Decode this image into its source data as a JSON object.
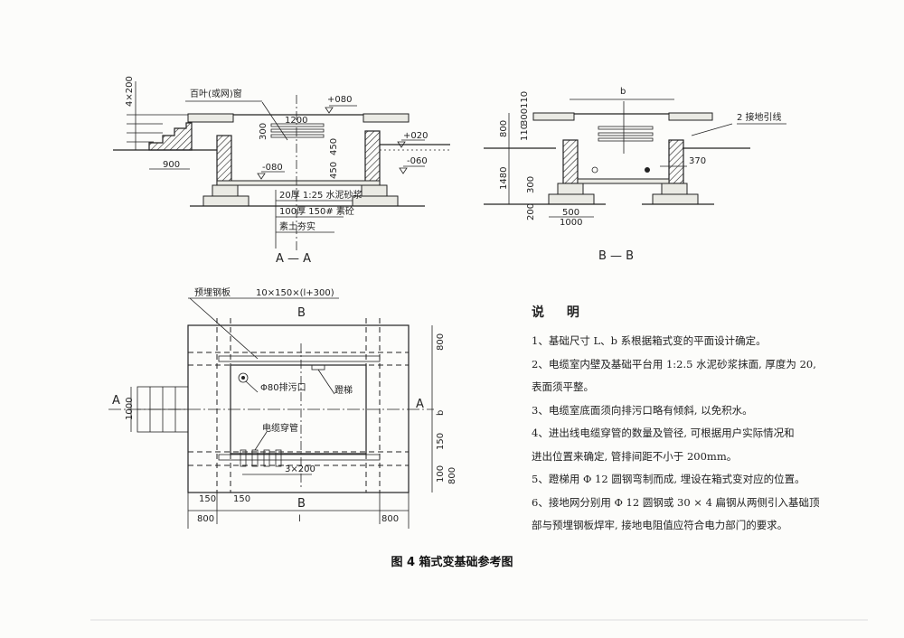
{
  "section_aa": {
    "title": "A — A",
    "louver_label": "百叶(或网)窗",
    "elev_top": "+080",
    "elev_ground": "+020",
    "elev_outside": "-060",
    "elev_floor": "-080",
    "dim_louver_width": "1200",
    "dim_louver_height": "300",
    "dim_450_a": "450",
    "dim_450_b": "450",
    "dim_steps": "4×200",
    "dim_step_run": "900",
    "layer_1": "20厚 1:25 水泥砂浆",
    "layer_2": "100厚 150# 素砼",
    "layer_3": "素土夯实"
  },
  "section_bb": {
    "title": "B — B",
    "dim_b": "b",
    "ground_lead": "2 接地引线",
    "dim_370": "370",
    "dim_800": "800",
    "dim_1480": "1480",
    "dim_300": "300",
    "dim_200": "200",
    "dim_110_top": "110",
    "dim_300_mid": "300",
    "dim_110_bot": "110",
    "dim_500": "500",
    "dim_1000": "1000"
  },
  "plan": {
    "plate_label": "预埋钢板",
    "plate_size": "10×150×(l+300)",
    "section_b_top": "B",
    "section_b_bottom": "B",
    "section_a_left": "A",
    "section_a_right": "A",
    "dim_1000": "1000",
    "dim_b": "b",
    "dim_800_top": "800",
    "dim_150_right": "150",
    "dim_100": "100",
    "dim_800_bottom": "800",
    "drain_label": "Φ80排污口",
    "ladder_label": "蹬梯",
    "cable_label": "电缆穿管",
    "dim_3x200": "3×200",
    "dim_150_a": "150",
    "dim_150_b": "150",
    "dim_800_left": "800",
    "dim_l": "l",
    "dim_800_right": "800"
  },
  "notes": {
    "title": "说 明",
    "lines": [
      "1、基础尺寸 L、b 系根据箱式变的平面设计确定。",
      "2、电缆室内壁及基础平台用 1:2.5 水泥砂浆抹面, 厚度为 20,",
      "表面须平整。",
      "3、电缆室底面须向排污口略有倾斜, 以免积水。",
      "4、进出线电缆穿管的数量及管径,   可根据用户实际情况和",
      "进出位置来确定, 管排间距不小于 200mm。",
      "5、蹬梯用 Φ 12 圆钢弯制而成,   埋设在箱式变对应的位置。",
      "6、接地网分别用 Φ 12 圆钢或 30 × 4 扁钢从两侧引入基础顶",
      "部与预埋钢板焊牢, 接地电阻值应符合电力部门的要求。"
    ]
  },
  "caption": "图 4 箱式变基础参考图"
}
